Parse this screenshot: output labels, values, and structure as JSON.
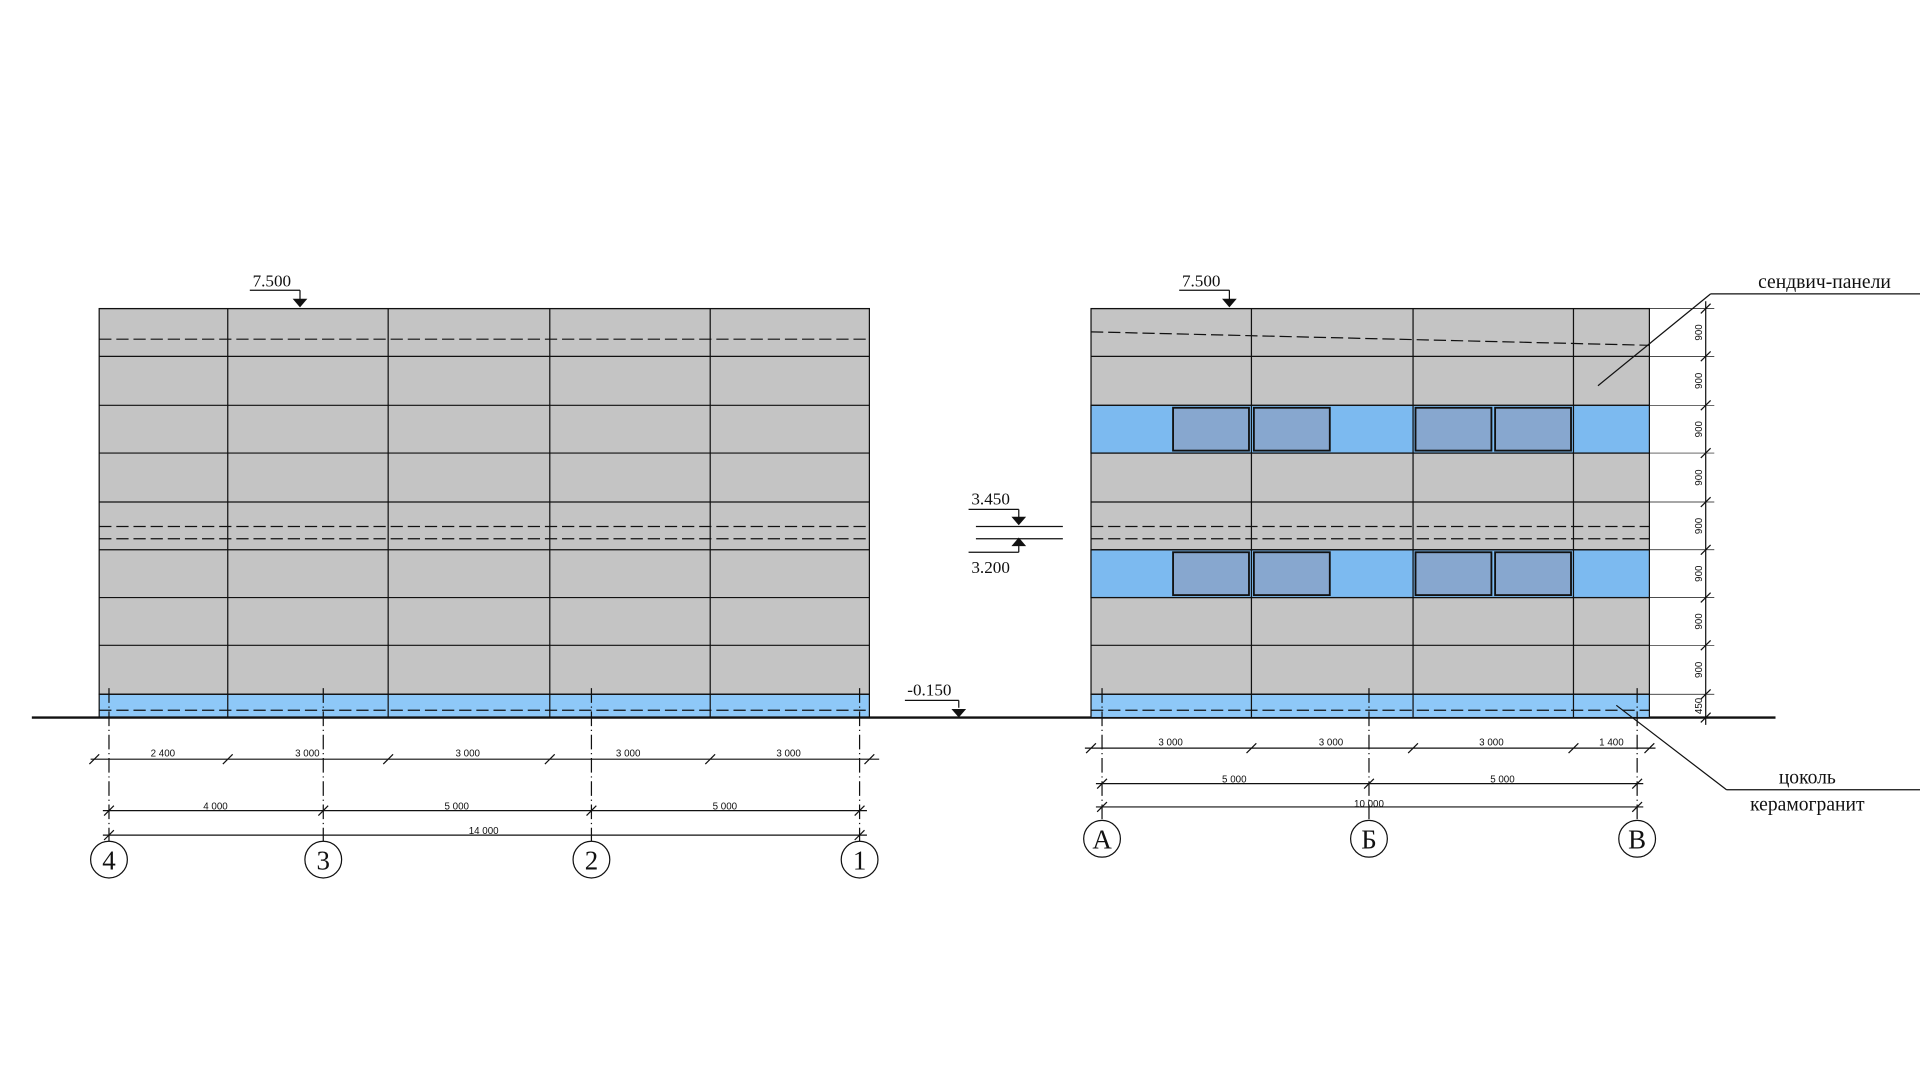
{
  "colors": {
    "panel": "#c4c4c4",
    "glazing": "#7cbaf0",
    "window": "#87a7cf",
    "plinth": "#8ec8f8",
    "line": "#111111"
  },
  "left_elevation": {
    "top_level": "7.500",
    "panel_dims": [
      "2 400",
      "3 000",
      "3 000",
      "3 000",
      "3 000"
    ],
    "axis_dims": [
      "4 000",
      "5 000",
      "5 000"
    ],
    "total_dim": "14 000",
    "axes": [
      "4",
      "3",
      "2",
      "1"
    ]
  },
  "middle": {
    "level_upper": "3.450",
    "level_lower": "3.200",
    "ground_level": "-0.150"
  },
  "right_elevation": {
    "top_level": "7.500",
    "panel_dims": [
      "3 000",
      "3 000",
      "3 000",
      "1 400"
    ],
    "axis_dims": [
      "5 000",
      "5 000"
    ],
    "total_dim": "10 000",
    "axes": [
      "А",
      "Б",
      "В"
    ],
    "vertical_dims": [
      "900",
      "900",
      "900",
      "900",
      "900",
      "900",
      "900",
      "900",
      "450"
    ],
    "label_panels": "сендвич-панели",
    "label_plinth_1": "цоколь",
    "label_plinth_2": "керамогранит"
  }
}
